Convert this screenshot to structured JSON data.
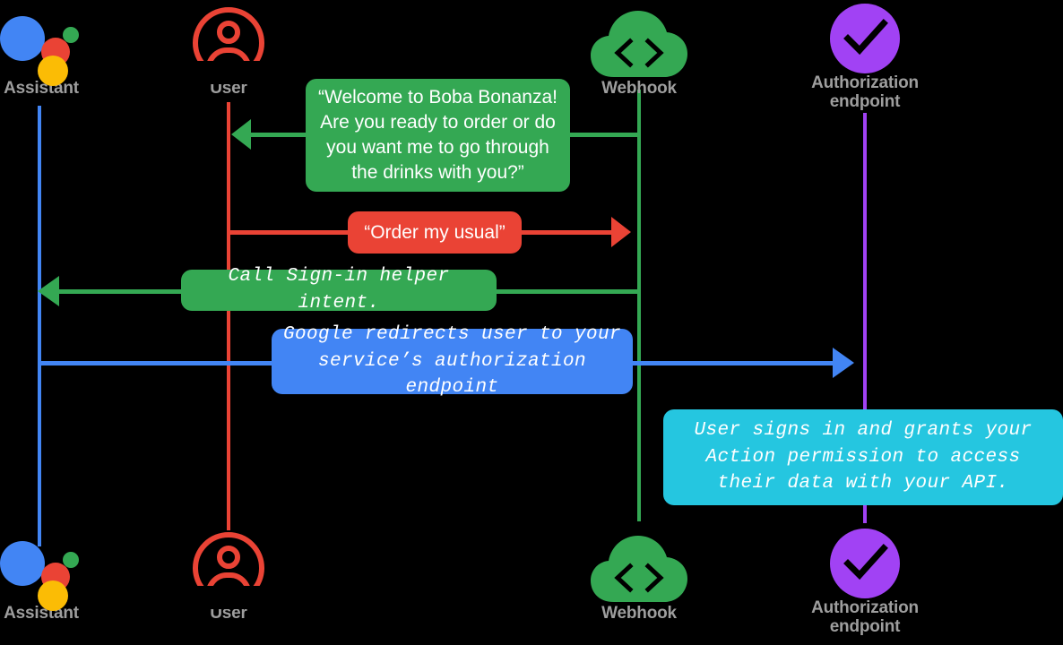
{
  "diagram": {
    "title": "Account linking sequence diagram",
    "background": "#000000",
    "label_color": "#9e9e9e"
  },
  "colors": {
    "assistant_blue": "#4285F4",
    "user_red": "#EA4335",
    "webhook_green": "#34A853",
    "auth_purple": "#A142F4",
    "bubble_green": "#34A853",
    "bubble_red": "#EA4335",
    "bubble_blue": "#4285F4",
    "bubble_cyan": "#25C6E0"
  },
  "actors": [
    {
      "id": "assistant",
      "label": "Assistant",
      "icon": "google-assistant-icon",
      "lifeline_color": "#4285F4"
    },
    {
      "id": "user",
      "label": "User",
      "icon": "user-avatar-icon",
      "lifeline_color": "#EA4335"
    },
    {
      "id": "webhook",
      "label": "Webhook",
      "icon": "cloud-code-icon",
      "lifeline_color": "#34A853"
    },
    {
      "id": "auth",
      "label": "Authorization\nendpoint",
      "icon": "check-circle-icon",
      "lifeline_color": "#A142F4"
    }
  ],
  "messages": [
    {
      "id": "welcome",
      "text": "“Welcome to Boba Bonanza! Are you ready to order or do you want me to go through the drinks with you?”",
      "from": "webhook",
      "to": "user",
      "direction": "left",
      "color": "#34A853",
      "style": "sans"
    },
    {
      "id": "order",
      "text": "“Order my usual”",
      "from": "user",
      "to": "webhook",
      "direction": "right",
      "color": "#EA4335",
      "style": "sans"
    },
    {
      "id": "signin-helper",
      "text": "Call Sign-in helper intent.",
      "from": "webhook",
      "to": "assistant",
      "direction": "left",
      "color": "#34A853",
      "style": "mono"
    },
    {
      "id": "redirect",
      "text": "Google redirects user to your service’s authorization endpoint",
      "from": "assistant",
      "to": "auth",
      "direction": "right",
      "color": "#4285F4",
      "style": "mono"
    },
    {
      "id": "grant",
      "text": "User signs in and grants your Action permission to access their data with your API.",
      "from": "auth",
      "to": "auth",
      "direction": "none",
      "color": "#25C6E0",
      "style": "mono"
    }
  ]
}
